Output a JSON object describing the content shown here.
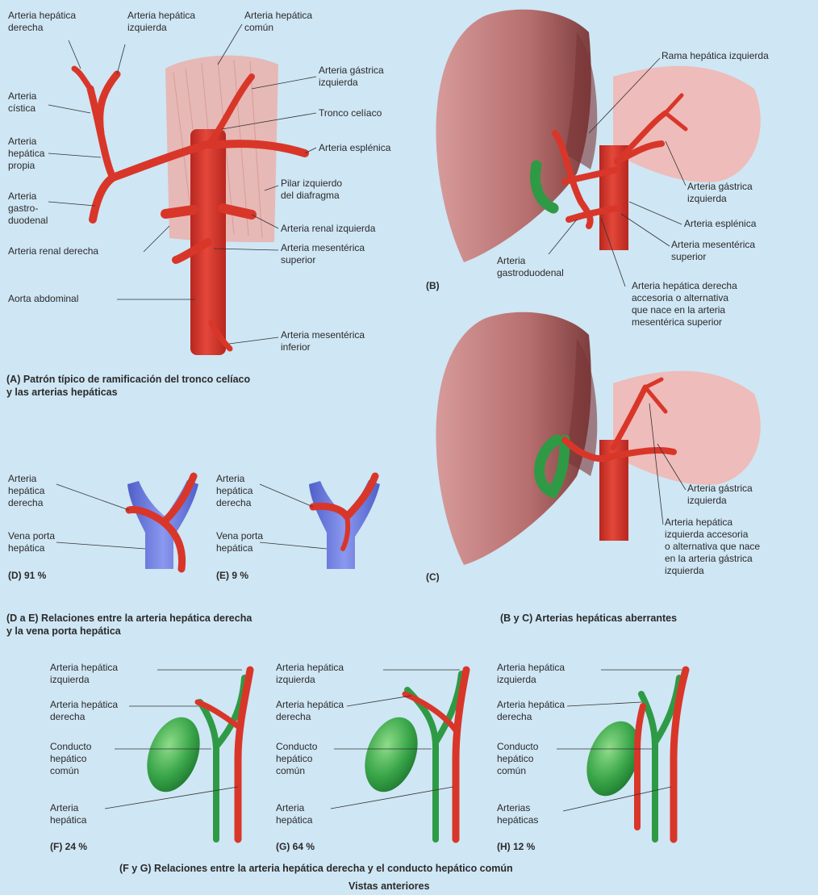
{
  "colors": {
    "background": "#cfe6f4",
    "artery": "#d9362a",
    "artery_dark": "#a8241c",
    "portal_vein": "#6e7ee0",
    "bile_duct": "#2f9a45",
    "gallbladder": "#3aa64a",
    "liver": "#b66e6e",
    "muscle": "#e8a8a2",
    "label_line": "#333333"
  },
  "icons": [
    "liver-illustration",
    "aorta-illustration",
    "portal-vein-illustration",
    "gallbladder-illustration"
  ],
  "panelA": {
    "labels": {
      "hepatic_right": "Arteria hepática\nderecha",
      "hepatic_left": "Arteria hepática\nizquierda",
      "hepatic_common": "Arteria hepática\ncomún",
      "cystic": "Arteria\ncística",
      "hepatic_proper": "Arteria\nhepática\npropia",
      "gastroduodenal": "Arteria\ngastro-\nduodenal",
      "renal_right": "Arteria renal derecha",
      "aorta": "Aorta abdominal",
      "gastric_left": "Arteria gástrica\nizquierda",
      "celiac": "Tronco celíaco",
      "splenic": "Arteria esplénica",
      "crus_left": "Pilar izquierdo\ndel diafragma",
      "renal_left": "Arteria renal izquierda",
      "sma": "Arteria mesentérica\nsuperior",
      "ima": "Arteria mesentérica\ninferior"
    },
    "caption": "(A) Patrón típico de ramificación del tronco celíaco\n      y las arterias hepáticas"
  },
  "panelB": {
    "labels": {
      "left_branch": "Rama hepática izquierda",
      "gastric_left": "Arteria gástrica\nizquierda",
      "splenic": "Arteria esplénica",
      "sma": "Arteria mesentérica\nsuperior",
      "gastroduodenal": "Arteria\ngastroduodenal",
      "accessory_right": "Arteria hepática derecha\naccesoria o alternativa\nque nace en la arteria\nmesentérica superior"
    },
    "tag": "(B)"
  },
  "panelC": {
    "labels": {
      "gastric_left": "Arteria gástrica\nizquierda",
      "accessory_left": "Arteria hepática\nizquierda accesoria\no alternativa que nace\nen la arteria gástrica\nizquierda"
    },
    "tag": "(C)"
  },
  "captionBC": "(B y C) Arterias hepáticas aberrantes",
  "panelD": {
    "artery": "Arteria\nhepática\nderecha",
    "vein": "Vena porta\nhepática",
    "tag": "(D) 91 %"
  },
  "panelE": {
    "artery": "Arteria\nhepática\nderecha",
    "vein": "Vena porta\nhepática",
    "tag": "(E) 9 %"
  },
  "captionDE": "(D a E) Relaciones entre la arteria hepática derecha\n        y la vena porta hepática",
  "panelF": {
    "left": "Arteria hepática\nizquierda",
    "right": "Arteria hepática\nderecha",
    "duct": "Conducto\nhepático\ncomún",
    "artery": "Arteria\nhepática",
    "tag": "(F) 24 %"
  },
  "panelG": {
    "left": "Arteria hepática\nizquierda",
    "right": "Arteria hepática\nderecha",
    "duct": "Conducto\nhepático\ncomún",
    "artery": "Arteria\nhepática",
    "tag": "(G) 64 %"
  },
  "panelH": {
    "left": "Arteria hepática\nizquierda",
    "right": "Arteria hepática\nderecha",
    "duct": "Conducto\nhepático\ncomún",
    "artery": "Arterias\nhepáticas",
    "tag": "(H) 12 %"
  },
  "captionFG": "(F y G) Relaciones entre la arteria hepática derecha y el conducto hepático común",
  "captionViews": "Vistas anteriores"
}
